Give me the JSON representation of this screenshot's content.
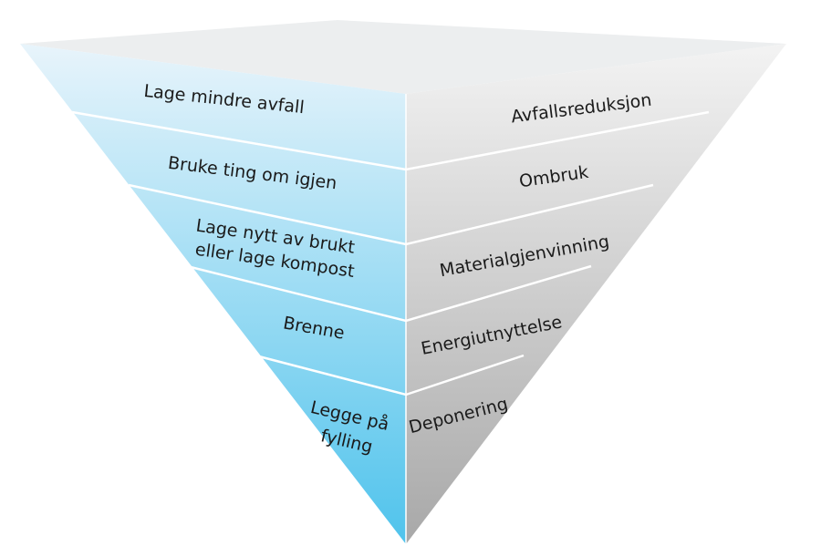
{
  "levels": [
    {
      "left": [
        "Lage mindre avfall"
      ],
      "right": "Avfallsreduksjon"
    },
    {
      "left": [
        "Bruke ting om igjen"
      ],
      "right": "Ombruk"
    },
    {
      "left": [
        "Lage nytt av brukt",
        "eller lage kompost"
      ],
      "right": "Materialgjenvinning"
    },
    {
      "left": [
        "Brenne"
      ],
      "right": "Energiutnyttelse"
    },
    {
      "left": [
        "Legge på",
        "fylling"
      ],
      "right": "Deponering"
    }
  ],
  "colors": {
    "left_top": "#e8f4fb",
    "left_bottom": "#4fc3ec",
    "right_top": "#f3f3f3",
    "right_bottom": "#a8a8a8",
    "top_face": "#eceeef",
    "divider": "#ffffff"
  }
}
